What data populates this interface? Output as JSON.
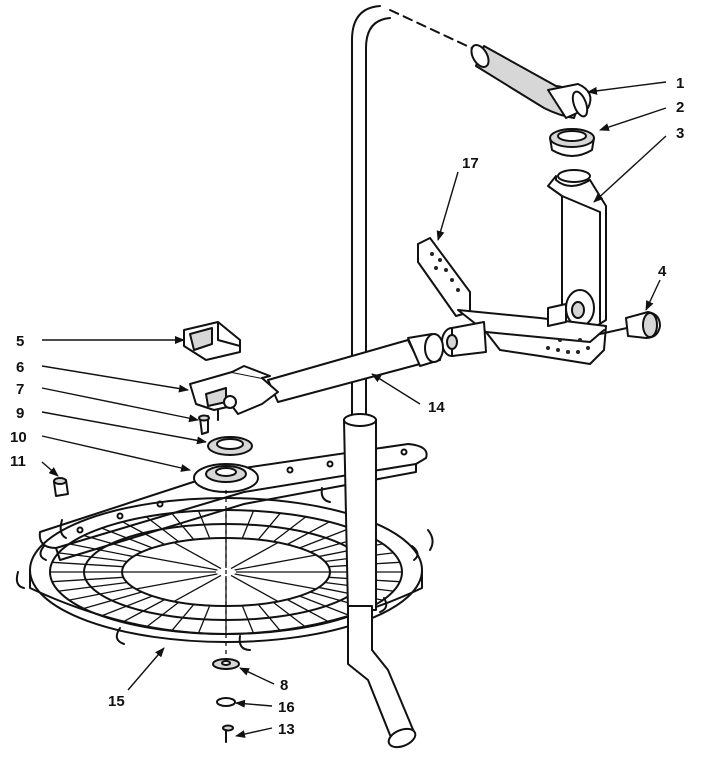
{
  "callouts": [
    {
      "id": "c1",
      "label": "1"
    },
    {
      "id": "c2",
      "label": "2"
    },
    {
      "id": "c3",
      "label": "3"
    },
    {
      "id": "c4",
      "label": "4"
    },
    {
      "id": "c5",
      "label": "5"
    },
    {
      "id": "c6",
      "label": "6"
    },
    {
      "id": "c7",
      "label": "7"
    },
    {
      "id": "c8",
      "label": "8"
    },
    {
      "id": "c9",
      "label": "9"
    },
    {
      "id": "c10",
      "label": "10"
    },
    {
      "id": "c11",
      "label": "11"
    },
    {
      "id": "c13",
      "label": "13"
    },
    {
      "id": "c14",
      "label": "14"
    },
    {
      "id": "c15",
      "label": "15"
    },
    {
      "id": "c16",
      "label": "16"
    },
    {
      "id": "c17",
      "label": "17"
    }
  ],
  "colors": {
    "ink": "#111111",
    "paper": "#ffffff",
    "shade": "#d7d7d7"
  }
}
